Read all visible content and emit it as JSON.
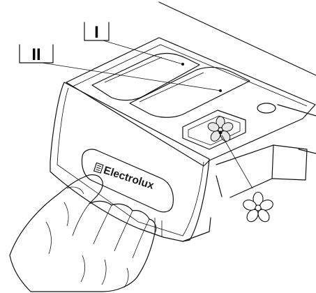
{
  "callouts": {
    "compartment_1": "I",
    "compartment_2": "II"
  },
  "brand": {
    "name": "Electrolux"
  },
  "icons": {
    "flower": "softener-compartment-flower-icon"
  },
  "colors": {
    "drawer_front": "#c2c2c2",
    "drawer_top": "#e2e2e2",
    "line": "#111111"
  }
}
